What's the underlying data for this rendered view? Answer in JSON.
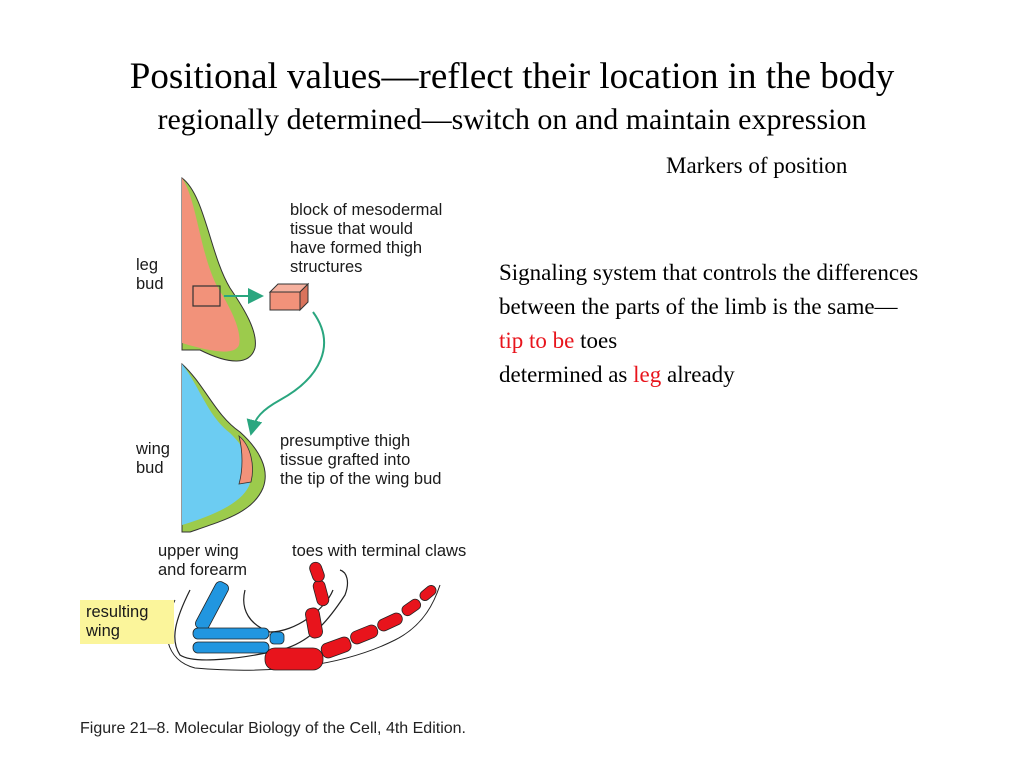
{
  "slide": {
    "title": "Positional values—reflect their location in the body",
    "subtitle": "regionally determined—switch on and maintain expression",
    "markers_label": "Markers of position",
    "body_lines": {
      "line1": "Signaling system that controls the differences",
      "line2": "between the parts of the limb is the same—",
      "line3_red": "tip to be",
      "line3_rest": " toes",
      "line4_start": "determined as ",
      "line4_red": "leg",
      "line4_end": " already"
    },
    "highlight_color": "#e8141c"
  },
  "figure": {
    "labels": {
      "leg_bud_1": "leg",
      "leg_bud_2": "bud",
      "block_1": "block of mesodermal",
      "block_2": "tissue that would",
      "block_3": "have formed thigh",
      "block_4": "structures",
      "wing_bud_1": "wing",
      "wing_bud_2": "bud",
      "graft_1": "presumptive thigh",
      "graft_2": "tissue grafted into",
      "graft_3": "the tip of the wing bud",
      "upper_1": "upper wing",
      "upper_2": "and forearm",
      "toes": "toes with terminal claws",
      "result_1": "resulting",
      "result_2": "wing"
    },
    "colors": {
      "leg_tissue": "#f2927a",
      "wing_tissue": "#6cccf2",
      "ectoderm": "#9ccb4c",
      "arrow": "#2aa67f",
      "leg_bones": "#e8141c",
      "wing_bones": "#2196e0",
      "label_highlight": "#fbf59b"
    },
    "caption": "Figure 21–8. Molecular Biology of the Cell, 4th Edition."
  }
}
